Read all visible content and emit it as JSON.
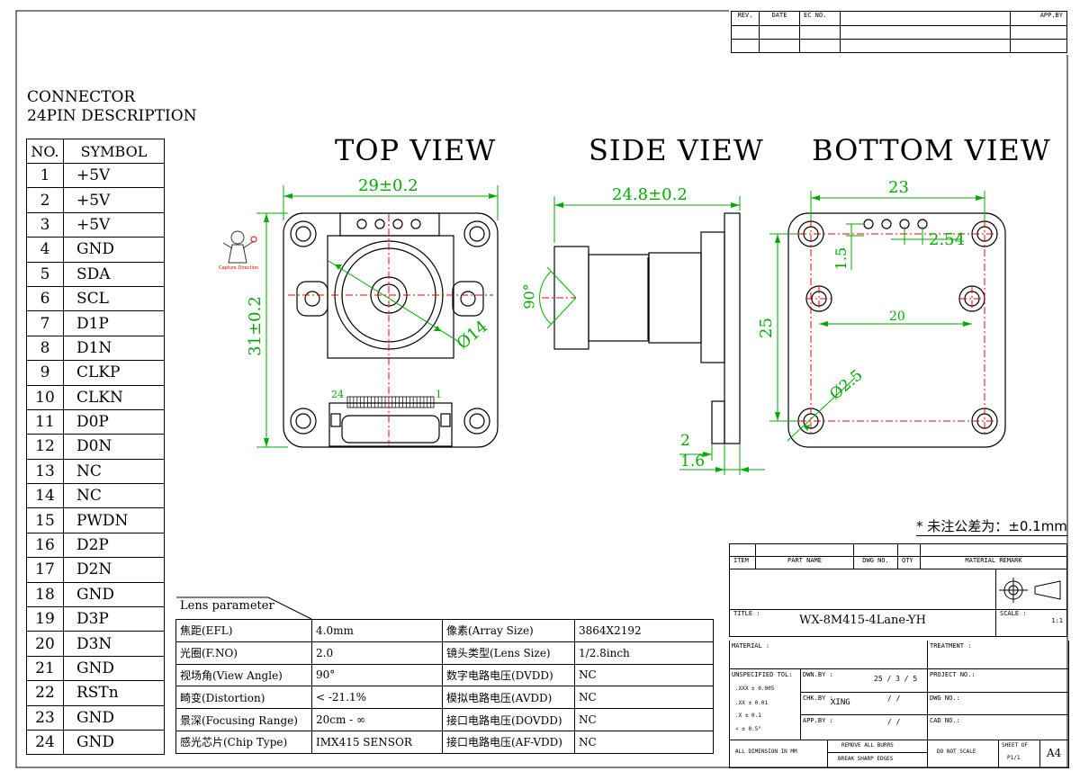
{
  "revision_block": {
    "rev": "REV.",
    "date": "DATE",
    "ec_no": "EC NO.",
    "app_by": "APP.BY"
  },
  "connector": {
    "title_line1": "CONNECTOR",
    "title_line2": "24PIN DESCRIPTION",
    "col_no": "NO.",
    "col_symbol": "SYMBOL",
    "pins": [
      {
        "no": "1",
        "symbol": "+5V"
      },
      {
        "no": "2",
        "symbol": "+5V"
      },
      {
        "no": "3",
        "symbol": "+5V"
      },
      {
        "no": "4",
        "symbol": "GND"
      },
      {
        "no": "5",
        "symbol": "SDA"
      },
      {
        "no": "6",
        "symbol": "SCL"
      },
      {
        "no": "7",
        "symbol": "D1P"
      },
      {
        "no": "8",
        "symbol": "D1N"
      },
      {
        "no": "9",
        "symbol": "CLKP"
      },
      {
        "no": "10",
        "symbol": "CLKN"
      },
      {
        "no": "11",
        "symbol": "D0P"
      },
      {
        "no": "12",
        "symbol": "D0N"
      },
      {
        "no": "13",
        "symbol": "NC"
      },
      {
        "no": "14",
        "symbol": "NC"
      },
      {
        "no": "15",
        "symbol": "PWDN"
      },
      {
        "no": "16",
        "symbol": "D2P"
      },
      {
        "no": "17",
        "symbol": "D2N"
      },
      {
        "no": "18",
        "symbol": "GND"
      },
      {
        "no": "19",
        "symbol": "D3P"
      },
      {
        "no": "20",
        "symbol": "D3N"
      },
      {
        "no": "21",
        "symbol": "GND"
      },
      {
        "no": "22",
        "symbol": "RSTn"
      },
      {
        "no": "23",
        "symbol": "GND"
      },
      {
        "no": "24",
        "symbol": "GND"
      }
    ]
  },
  "views": {
    "top": {
      "title": "TOP VIEW",
      "width_dim": "29±0.2",
      "height_dim": "31±0.2",
      "diameter_dim": "Ø14",
      "connector_pin_24": "24",
      "connector_pin_1": "1"
    },
    "side": {
      "title": "SIDE VIEW",
      "length_dim": "24.8±0.2",
      "angle_dim": "90°",
      "dim_2": "2",
      "dim_1_6": "1.6"
    },
    "bottom": {
      "title": "BOTTOM VIEW",
      "width_dim": "23",
      "dim_1_5": "1.5",
      "dim_2_54": "2.54",
      "dim_20": "20",
      "dim_25": "25",
      "hole_dim": "Ø2.5"
    },
    "capture_direction": "Capture Direction"
  },
  "lens": {
    "title": "Lens parameter",
    "rows": [
      {
        "k1": "焦距(EFL)",
        "v1": "4.0mm",
        "k2": "像素(Array Size)",
        "v2": "3864X2192"
      },
      {
        "k1": "光圈(F.NO)",
        "v1": "2.0",
        "k2": "镜头类型(Lens Size)",
        "v2": "1/2.8inch"
      },
      {
        "k1": "视场角(View Angle)",
        "v1": "90°",
        "k2": "数字电路电压(DVDD)",
        "v2": "NC"
      },
      {
        "k1": "畸变(Distortion)",
        "v1": "< -21.1%",
        "k2": "模拟电路电压(AVDD)",
        "v2": "NC"
      },
      {
        "k1": "景深(Focusing Range)",
        "v1": "20cm - ∞",
        "k2": "接口电路电压(DOVDD)",
        "v2": "NC"
      },
      {
        "k1": "感光芯片(Chip Type)",
        "v1": "IMX415 SENSOR",
        "k2": "接口电路电压(AF-VDD)",
        "v2": "NC"
      }
    ]
  },
  "tolerance_note": "* 未注公差为：±0.1mm",
  "title_block": {
    "item": "ITEM",
    "part_name": "PART NAME",
    "dwg_no": "DWG NO.",
    "qty": "QTY",
    "material_remark": "MATERIAL REMARK",
    "title_label": "TITLE :",
    "title": "WX-8M415-4Lane-YH",
    "scale_label": "SCALE :",
    "scale": "1:1",
    "material_label": "MATERIAL :",
    "treatment_label": "TREATMENT :",
    "unspecified_tol": "UNSPECIFIED TOL:",
    "tol_xxx": ".XXX  ±  0.005",
    "tol_xx": ".XX  ±  0.01",
    "tol_x": ".X  ±  0.1",
    "tol_angle": "∠  ±  0.5°",
    "dwn_by_label": "DWN.BY :",
    "dwn_date": "25 / 3 / 5",
    "chk_by_label": "CHK.BY :",
    "chk_by": "XING",
    "chk_date": "/  /",
    "app_by_label": "APP.BY :",
    "app_date": "/  /",
    "project_no_label": "PROJECT NO.:",
    "dwg_no_label": "DWG NO.:",
    "cad_no_label": "CAD NO.:",
    "all_dim": "ALL DIMENSION IN MM",
    "remove_burrs": "REMOVE ALL BURRS",
    "break_edges": "BREAK SHARP EDGES",
    "do_not_scale": "DO NOT SCALE",
    "sheet_of": "SHEET OF",
    "sheet": "P1/1",
    "size": "A4"
  }
}
